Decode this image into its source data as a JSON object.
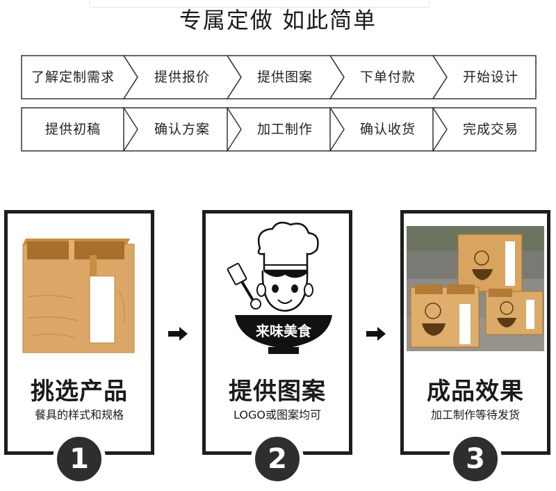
{
  "page_title": "专属定做 如此简单",
  "process_row_1": [
    "了解定制需求",
    "提供报价",
    "提供图案",
    "下单付款",
    "开始设计"
  ],
  "process_row_2": [
    "提供初稿",
    "确认方案",
    "加工制作",
    "确认收货",
    "完成交易"
  ],
  "steps": [
    {
      "number": "1",
      "title": "挑选产品",
      "subtitle": "餐具的样式和规格"
    },
    {
      "number": "2",
      "title": "提供图案",
      "subtitle": "LOGO或图案均可"
    },
    {
      "number": "3",
      "title": "成品效果",
      "subtitle": "加工制作等待发货"
    }
  ],
  "logo_text": "来味美食",
  "colors": {
    "frame": "#1d1d1d",
    "badge": "#2e2e2e",
    "wood": "#d9a55e"
  }
}
